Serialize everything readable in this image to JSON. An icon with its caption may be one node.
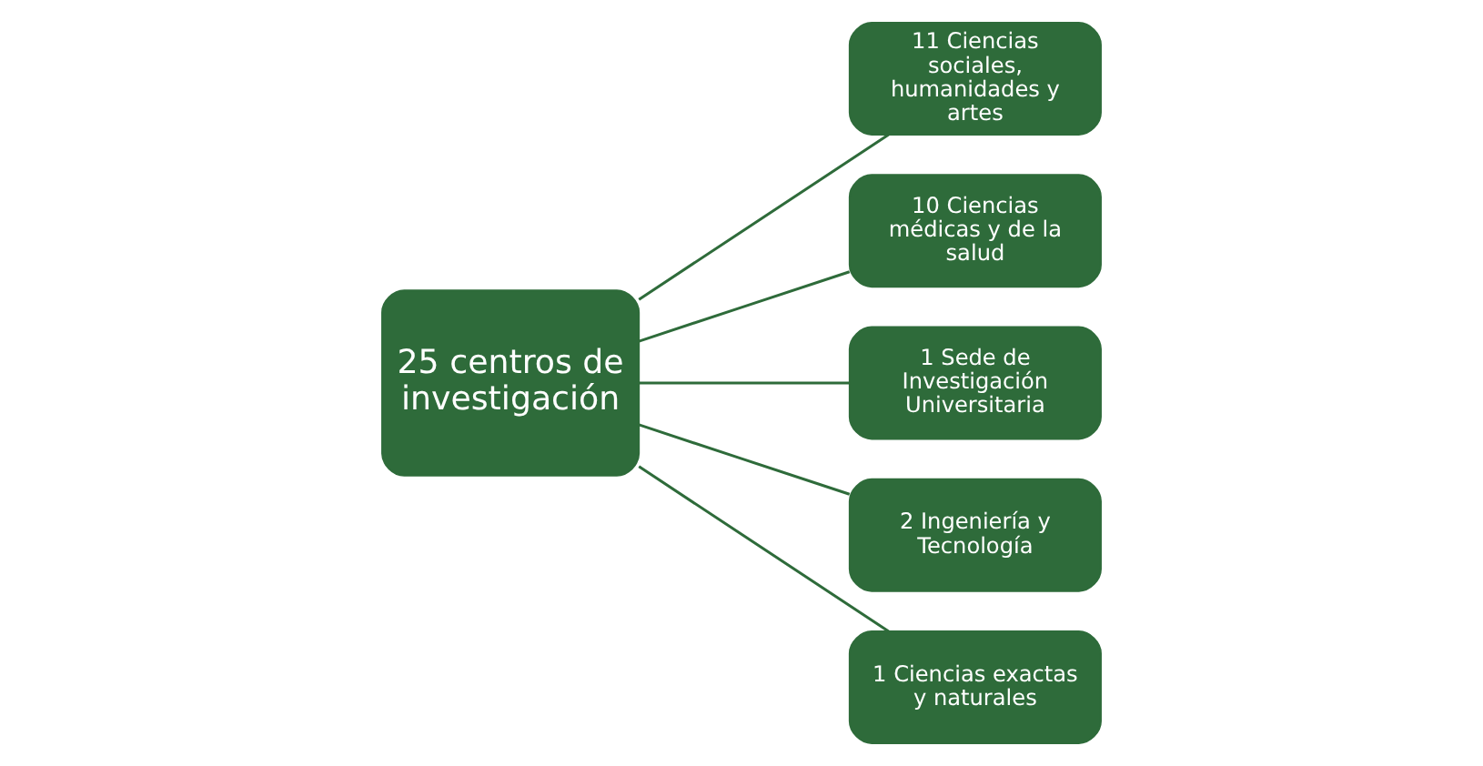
{
  "diagram": {
    "nodes": [
      {
        "text": [
          "25 centros de investigación"
        ]
      },
      {
        "text": [
          "11 Ciencias sociales, humanidades y artes"
        ]
      },
      {
        "text": [
          "10 Ciencias médicas y de la salud"
        ]
      },
      {
        "text": [
          "1 Sede de Investigación Universitaria"
        ]
      },
      {
        "text": [
          "2 Ingeniería y Tecnología"
        ]
      },
      {
        "text": [
          "1 Ciencias exactas y naturales"
        ]
      }
    ],
    "edges": [
      {
        "from": 0,
        "to": 1,
        "arrow": "none"
      },
      {
        "from": 0,
        "to": 2,
        "arrow": "none"
      },
      {
        "from": 0,
        "to": 3,
        "arrow": "none"
      },
      {
        "from": 0,
        "to": 4,
        "arrow": "none"
      },
      {
        "from": 0,
        "to": 5,
        "arrow": "none"
      }
    ]
  }
}
